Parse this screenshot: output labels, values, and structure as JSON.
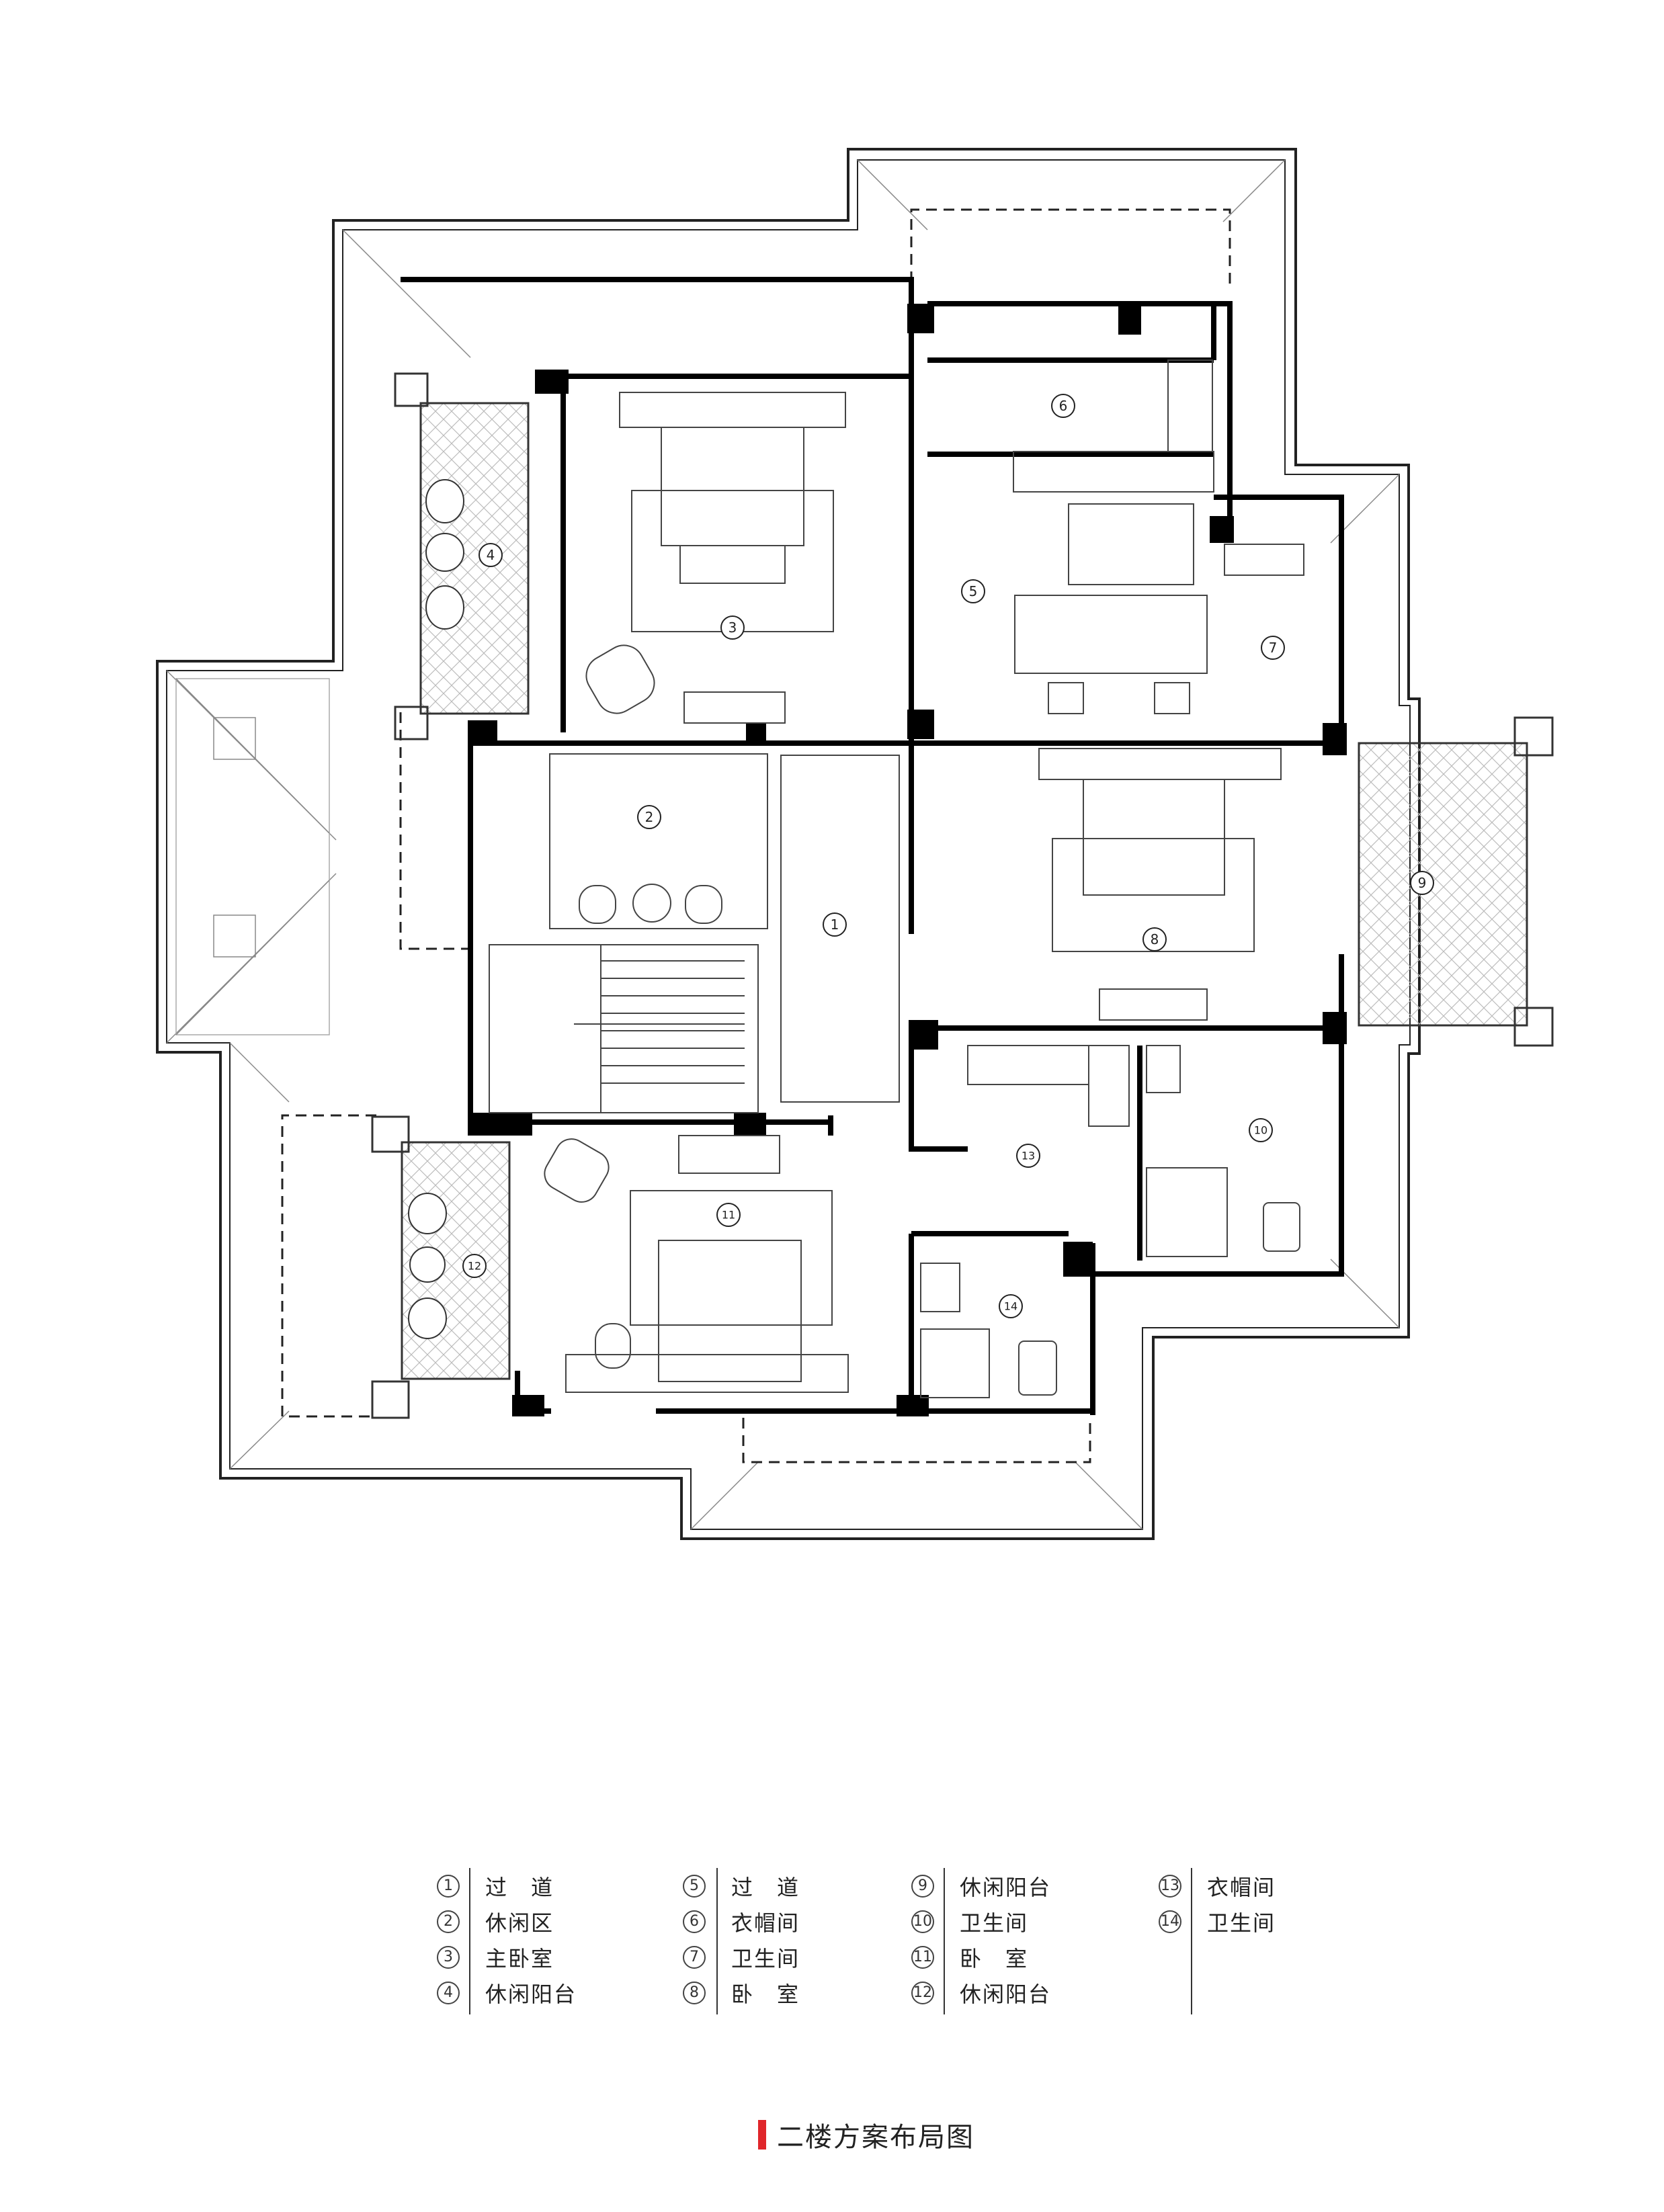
{
  "legend": [
    {
      "num": "1",
      "label": "过　道"
    },
    {
      "num": "2",
      "label": "休闲区"
    },
    {
      "num": "3",
      "label": "主卧室"
    },
    {
      "num": "4",
      "label": "休闲阳台"
    },
    {
      "num": "5",
      "label": "过　道"
    },
    {
      "num": "6",
      "label": "衣帽间"
    },
    {
      "num": "7",
      "label": "卫生间"
    },
    {
      "num": "8",
      "label": "卧　室"
    },
    {
      "num": "9",
      "label": "休闲阳台"
    },
    {
      "num": "10",
      "label": "卫生间"
    },
    {
      "num": "11",
      "label": "卧　室"
    },
    {
      "num": "12",
      "label": "休闲阳台"
    },
    {
      "num": "13",
      "label": "衣帽间"
    },
    {
      "num": "14",
      "label": "卫生间"
    }
  ],
  "plan_room_markers": [
    "1",
    "2",
    "3",
    "4",
    "5",
    "6",
    "7",
    "8",
    "9",
    "10",
    "11",
    "12",
    "13",
    "14"
  ],
  "caption": "二楼方案布局图",
  "colors": {
    "accent": "#e0262b",
    "wall": "#000000",
    "line": "#333333"
  }
}
